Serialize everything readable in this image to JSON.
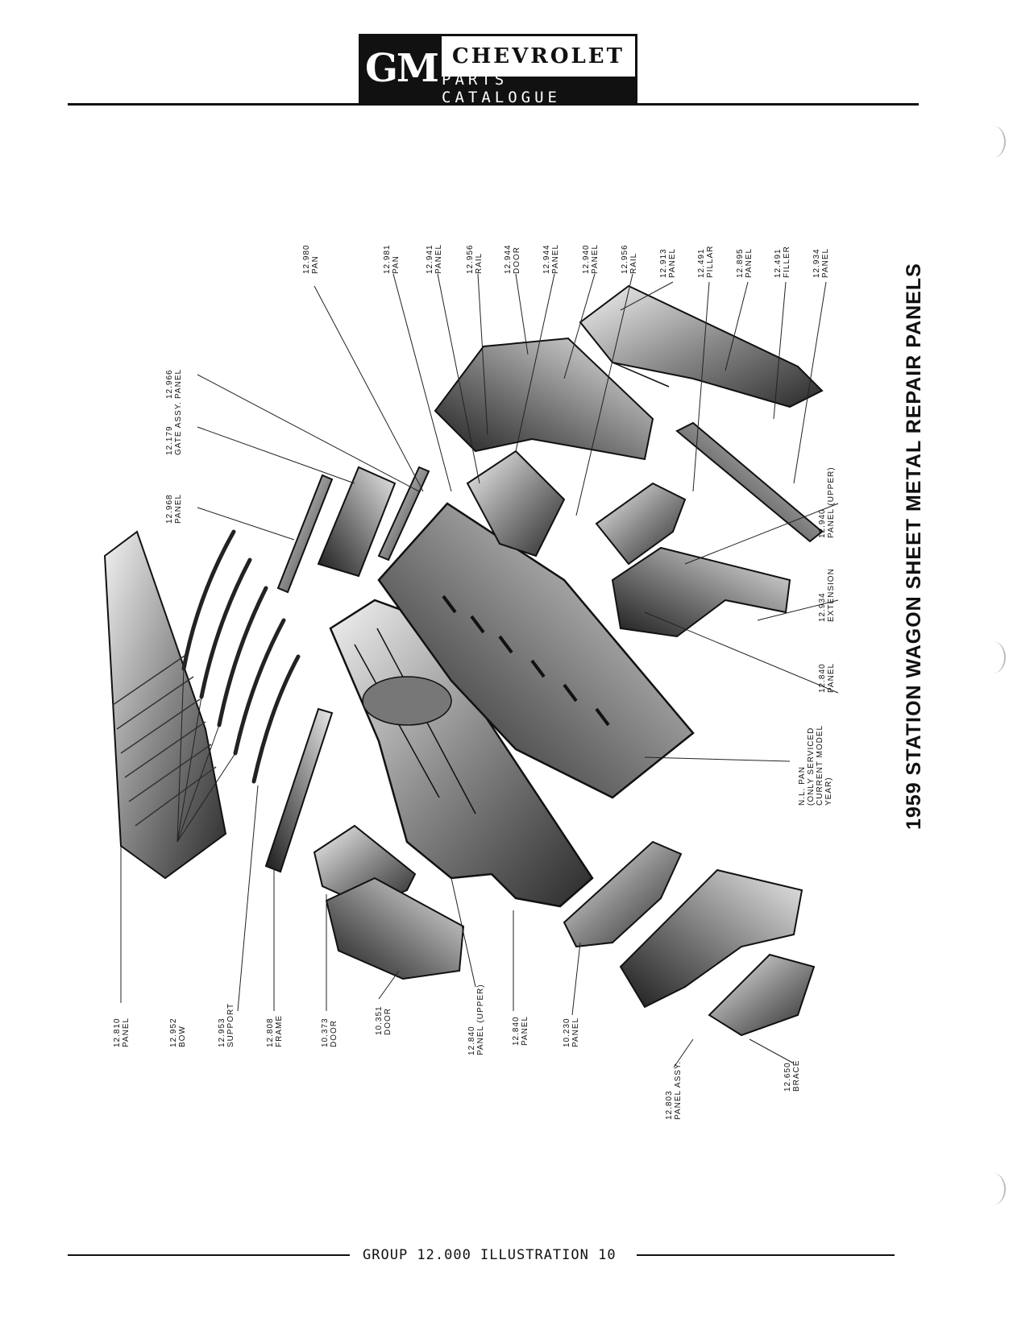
{
  "header": {
    "logo_mark": "GM",
    "brand_name": "CHEVROLET",
    "catalog_name": "PARTS CATALOGUE"
  },
  "title": "1959 STATION WAGON SHEET METAL REPAIR PANELS",
  "footer": {
    "caption": "GROUP 12.000 ILLUSTRATION 10"
  },
  "callouts": {
    "top": [
      {
        "number": "12.980",
        "name": "PAN"
      },
      {
        "number": "12.981",
        "name": "PAN"
      },
      {
        "number": "12.941",
        "name": "PANEL"
      },
      {
        "number": "12.956",
        "name": "RAIL"
      },
      {
        "number": "12.944",
        "name": "DOOR"
      },
      {
        "number": "12.944",
        "name": "PANEL"
      },
      {
        "number": "12.940",
        "name": "PANEL"
      },
      {
        "number": "12.956",
        "name": "RAIL"
      },
      {
        "number": "12.913",
        "name": "PANEL"
      },
      {
        "number": "12.491",
        "name": "PILLAR"
      },
      {
        "number": "12.895",
        "name": "PANEL"
      },
      {
        "number": "12.491",
        "name": "FILLER"
      },
      {
        "number": "12.934",
        "name": "PANEL"
      }
    ],
    "upper_left": [
      {
        "number": "12.966",
        "name": "PANEL"
      },
      {
        "number": "12.179",
        "name": "GATE ASSY."
      },
      {
        "number": "12.968",
        "name": "PANEL"
      }
    ],
    "right": [
      {
        "number": "12.940",
        "name": "PANEL (UPPER)"
      },
      {
        "number": "12.934",
        "name": "EXTENSION"
      },
      {
        "number": "12.840",
        "name": "PANEL"
      }
    ],
    "note": {
      "line1": "N.L. PAN",
      "line2": "(ONLY SERVICED",
      "line3": "CURRENT MODEL",
      "line4": "YEAR)"
    },
    "bottom": [
      {
        "number": "12.810",
        "name": "PANEL"
      },
      {
        "number": "12.952",
        "name": "BOW"
      },
      {
        "number": "12.953",
        "name": "SUPPORT"
      },
      {
        "number": "12.808",
        "name": "FRAME"
      },
      {
        "number": "10.373",
        "name": "DOOR"
      },
      {
        "number": "10.351",
        "name": "DOOR"
      },
      {
        "number": "12.840",
        "name": "PANEL (UPPER)"
      },
      {
        "number": "12.840",
        "name": "PANEL"
      },
      {
        "number": "10.230",
        "name": "PANEL"
      },
      {
        "number": "12.803",
        "name": "PANEL ASSY."
      },
      {
        "number": "12.650",
        "name": "BRACE"
      }
    ]
  }
}
